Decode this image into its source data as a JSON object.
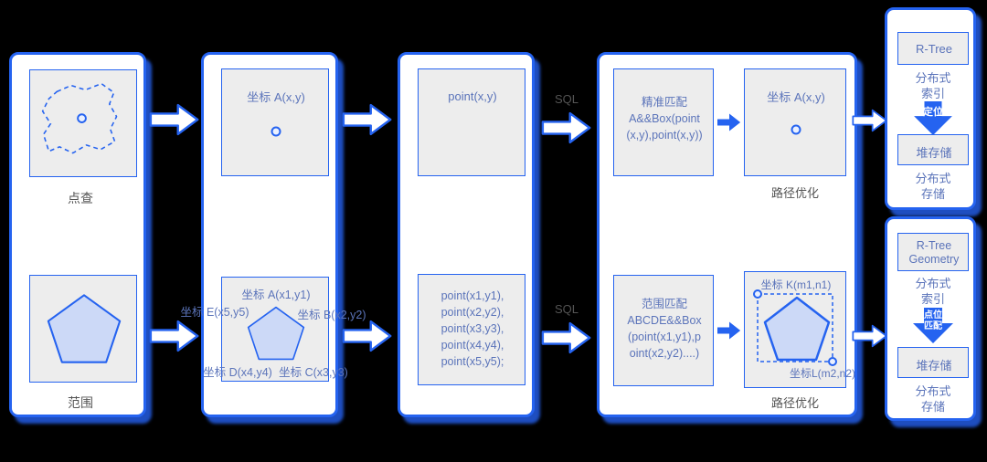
{
  "colors": {
    "accent": "#2563f0",
    "accent_shadow": "#2f63f0",
    "panel_bg": "#ffffff",
    "box_bg": "#ededed",
    "pentagon_fill": "#ccd9f7",
    "text_blue": "#5b74ba",
    "text_gray": "#555555"
  },
  "col1": {
    "top_label": "点查",
    "bottom_label": "范围"
  },
  "col2": {
    "top_title": "坐标 A(x,y)",
    "bottom": {
      "a": "坐标 A(x1,y1)",
      "b": "坐标 B(x2,y2)",
      "c": "坐标 C(x3,y3)",
      "d": "坐标 D(x4,y4)",
      "e": "坐标 E(x5,y5)"
    }
  },
  "col3": {
    "top_text": "point(x,y)",
    "bottom_lines": [
      "point(x1,y1),",
      "point(x2,y2),",
      "point(x3,y3),",
      "point(x4,y4),",
      "point(x5,y5);"
    ]
  },
  "sql_label": "SQL",
  "col4": {
    "top": {
      "match_text": "精准匹配\nA&&Box(point\n(x,y),point(x,y))",
      "result_title": "坐标 A(x,y)",
      "path_label": "路径优化"
    },
    "bottom": {
      "match_text": "范围匹配\nABCDE&&Box\n(point(x1,y1),p\noint(x2,y2)....)",
      "k_label": "坐标 K(m1,n1)",
      "l_label": "坐标L(m2,n2)",
      "path_label": "路径优化"
    }
  },
  "col5": {
    "top": {
      "index_box": "R-Tree",
      "index_label": "分布式\n索引",
      "arrow_label": "定位",
      "store_box": "堆存储",
      "store_label": "分布式\n存储"
    },
    "bottom": {
      "index_box": "R-Tree\nGeometry",
      "index_label": "分布式\n索引",
      "arrow_label": "点位\n匹配",
      "store_box": "堆存储",
      "store_label": "分布式\n存储"
    }
  }
}
